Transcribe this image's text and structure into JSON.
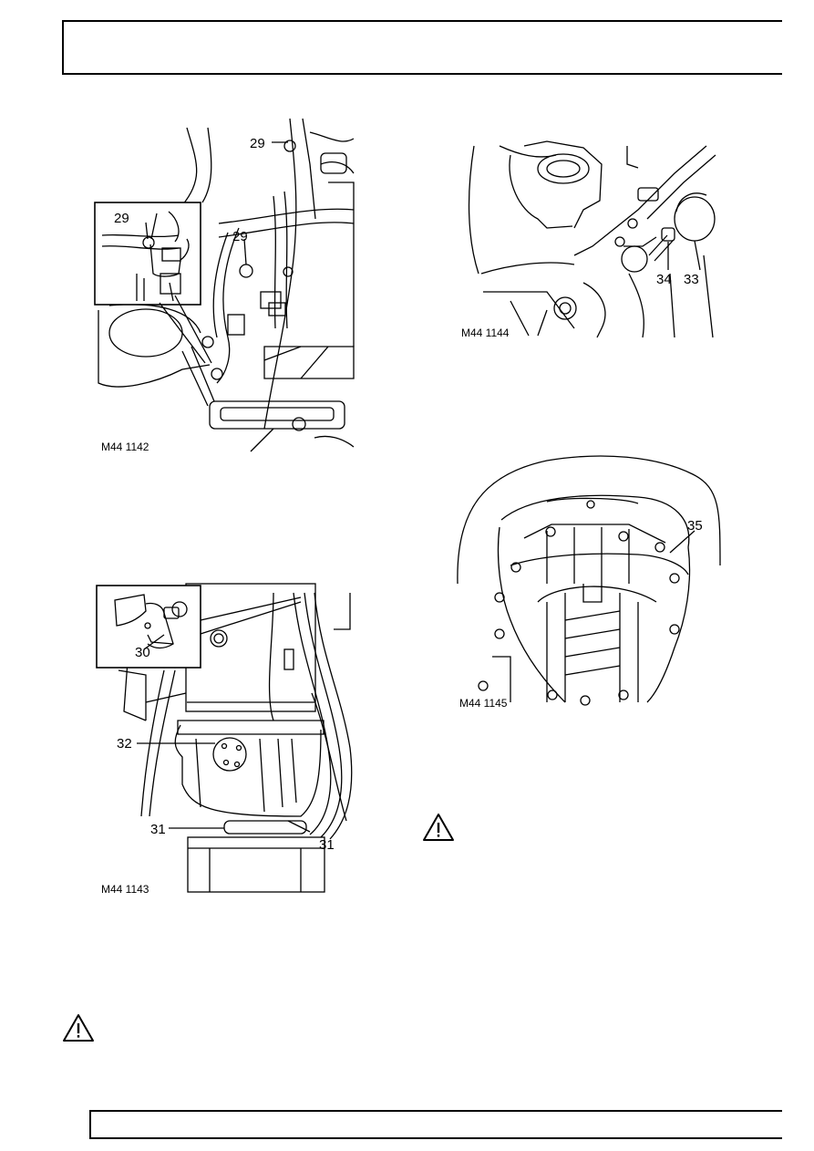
{
  "figures": [
    {
      "caption": "M44 1142",
      "callouts": {
        "a": "29",
        "b": "29",
        "c": "29"
      }
    },
    {
      "caption": "M44 1143",
      "callouts": {
        "a": "30",
        "b": "32",
        "c": "31",
        "d": "31"
      }
    },
    {
      "caption": "M44 1144",
      "callouts": {
        "a": "34",
        "b": "33"
      }
    },
    {
      "caption": "M44 1145",
      "callouts": {
        "a": "35"
      }
    }
  ],
  "icons": {
    "warning": "warning-triangle-icon"
  }
}
